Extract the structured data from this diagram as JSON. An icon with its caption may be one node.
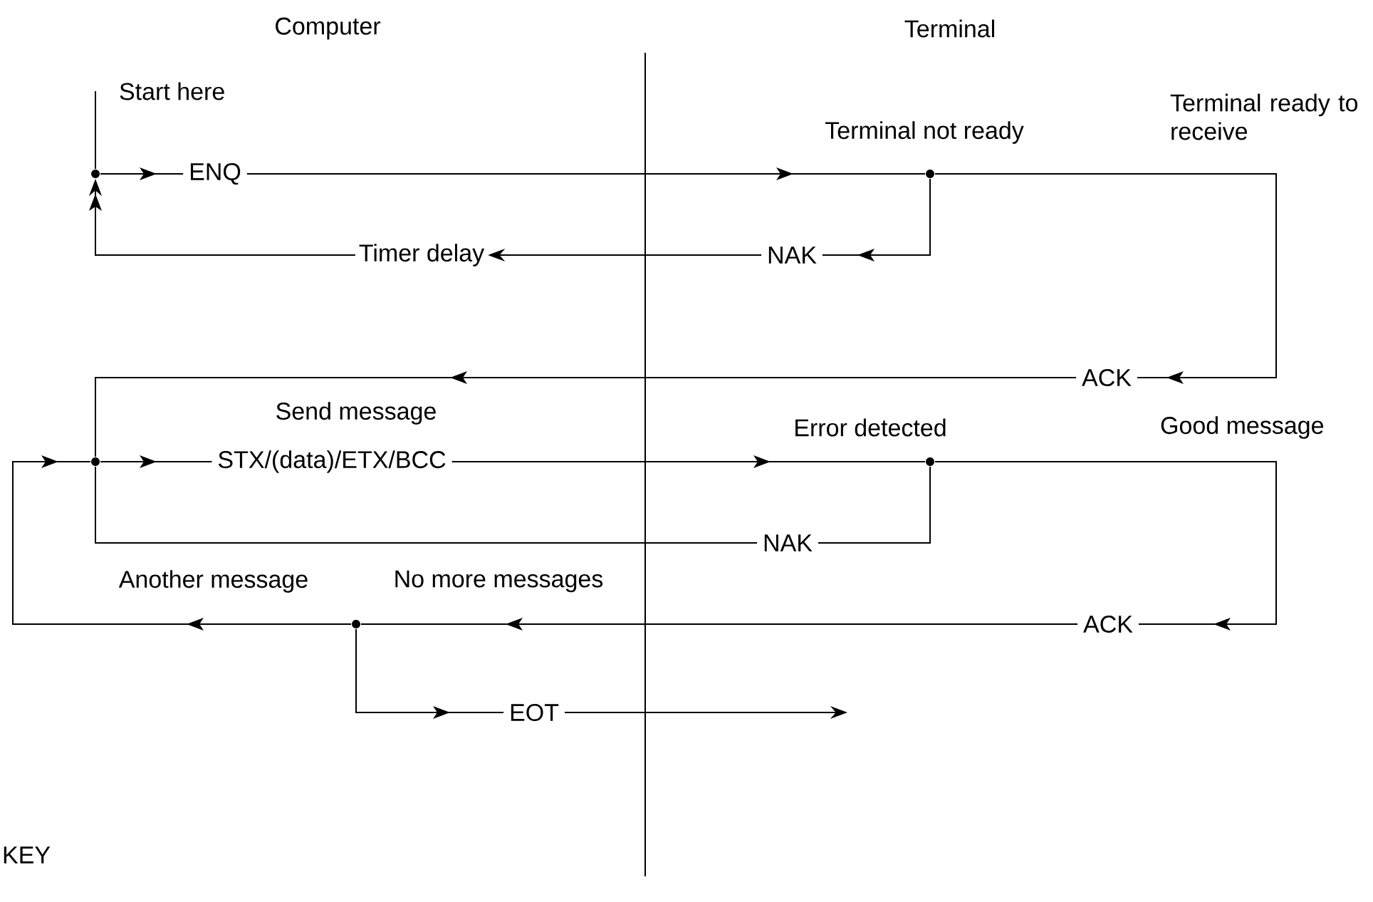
{
  "diagram": {
    "nodes": [
      {
        "text": [
          "Start here"
        ]
      },
      {
        "text": [],
        "shape": "circle"
      },
      {
        "text": [
          "Timer delay"
        ]
      },
      {
        "text": [],
        "shape": "circle",
        "beside": [
          "Terminal not ready"
        ]
      },
      {
        "text": [],
        "shape": "circle"
      },
      {
        "text": [],
        "shape": "circle",
        "beside": [
          "Error detected"
        ]
      },
      {
        "text": [],
        "shape": "circle"
      }
    ],
    "edges": [
      {
        "from": 0,
        "to": 1,
        "arrow": "none"
      },
      {
        "from": 1,
        "to": 3,
        "arrow": "to",
        "label": "ENQ"
      },
      {
        "from": 3,
        "to": 2,
        "arrow": "to",
        "label": "NAK"
      },
      {
        "from": 2,
        "to": 1,
        "arrow": "to"
      },
      {
        "from": 3,
        "to": 4,
        "arrow": "to",
        "label": "ACK"
      },
      {
        "from": 4,
        "to": 5,
        "arrow": "to",
        "label": "STX/(data)/ETX/BCC"
      },
      {
        "from": 5,
        "to": 4,
        "arrow": "none",
        "label": "NAK"
      },
      {
        "from": 5,
        "to": 6,
        "arrow": "to",
        "label": "ACK"
      },
      {
        "from": 6,
        "to": 4,
        "arrow": "to"
      },
      {
        "from": 6,
        "to": null,
        "arrow": "to",
        "label": "EOT"
      }
    ],
    "labels": [
      "Computer",
      "Terminal",
      "Terminal ready to receive",
      "Send message",
      "Good message",
      "Another message",
      "No more messages",
      "KEY"
    ]
  }
}
